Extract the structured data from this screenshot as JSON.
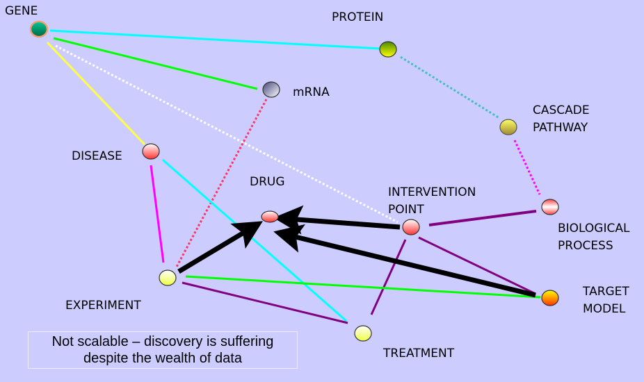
{
  "nodes": [
    {
      "id": "gene",
      "label": "GENE",
      "fill": [
        "#00c896",
        "#006644"
      ],
      "stroke": "#f0a070"
    },
    {
      "id": "protein",
      "label": "PROTEIN",
      "fill": [
        "#4a8a00",
        "#ffff00"
      ],
      "stroke": "#333333"
    },
    {
      "id": "mrna",
      "label": "mRNA",
      "fill": [
        "#ffffff",
        "#44447a"
      ],
      "stroke": "#333333"
    },
    {
      "id": "cascade",
      "label_lines": [
        "CASCADE",
        "PATHWAY"
      ],
      "fill": [
        "#ffff66",
        "#a08a30"
      ],
      "stroke": "#555555"
    },
    {
      "id": "disease",
      "label": "DISEASE",
      "fill": [
        "#ffffff",
        "#ff3333"
      ],
      "stroke": "#333333"
    },
    {
      "id": "drug",
      "label": "DRUG",
      "fill": [
        "#ffffff",
        "#ff3333"
      ],
      "stroke": "#333333"
    },
    {
      "id": "intervention",
      "label_lines": [
        "INTERVENTION",
        "POINT"
      ],
      "fill": [
        "#ffffff",
        "#ff3333"
      ],
      "stroke": "#333333"
    },
    {
      "id": "biological",
      "label_lines": [
        "BIOLOGICAL",
        "PROCESS"
      ],
      "fill": [
        "#ff4444",
        "#ffffff",
        "#ff4444"
      ],
      "stroke": "#333333"
    },
    {
      "id": "experiment",
      "label": "EXPERIMENT",
      "fill": [
        "#ffffff",
        "#eeff44"
      ],
      "stroke": "#333333"
    },
    {
      "id": "treatment",
      "label": "TREATMENT",
      "fill": [
        "#ffffff",
        "#eeff44"
      ],
      "stroke": "#333333"
    },
    {
      "id": "target",
      "label_lines": [
        "TARGET",
        "MODEL"
      ],
      "fill": [
        "#ffff00",
        "#ff3300"
      ],
      "stroke": "#333333"
    }
  ],
  "edges": [
    {
      "from": "gene",
      "to": "protein",
      "color": "#00ffff",
      "style": "solid"
    },
    {
      "from": "gene",
      "to": "mrna",
      "color": "#00ff00",
      "style": "solid"
    },
    {
      "from": "gene",
      "to": "disease",
      "color": "#ffff44",
      "style": "solid"
    },
    {
      "from": "gene",
      "to": "intervention",
      "color": "#ffffff",
      "style": "dotted"
    },
    {
      "from": "protein",
      "to": "cascade",
      "color": "#44bbcc",
      "style": "dotted"
    },
    {
      "from": "cascade",
      "to": "biological",
      "color": "#ff00ff",
      "style": "dotted"
    },
    {
      "from": "mrna",
      "to": "experiment",
      "color": "#ff3366",
      "style": "dotted"
    },
    {
      "from": "disease",
      "to": "experiment",
      "color": "#ff00ff",
      "style": "solid"
    },
    {
      "from": "disease",
      "to": "treatment",
      "color": "#00ffff",
      "style": "solid"
    },
    {
      "from": "intervention",
      "to": "biological",
      "color": "#800080",
      "style": "solid-thick"
    },
    {
      "from": "intervention",
      "to": "target",
      "color": "#800080",
      "style": "solid"
    },
    {
      "from": "intervention",
      "to": "treatment",
      "color": "#800080",
      "style": "solid"
    },
    {
      "from": "experiment",
      "to": "target",
      "color": "#00ff00",
      "style": "solid"
    },
    {
      "from": "experiment",
      "to": "treatment",
      "color": "#800080",
      "style": "solid"
    },
    {
      "from": "experiment",
      "to": "drug",
      "color": "#000000",
      "style": "arrow"
    },
    {
      "from": "intervention",
      "to": "drug",
      "color": "#000000",
      "style": "arrow"
    },
    {
      "from": "target",
      "to": "drug",
      "color": "#000000",
      "style": "arrow"
    }
  ],
  "caption": {
    "line1": "Not scalable – discovery is suffering",
    "line2": "despite the wealth of data"
  },
  "colors": {
    "background": "#ccccff"
  }
}
